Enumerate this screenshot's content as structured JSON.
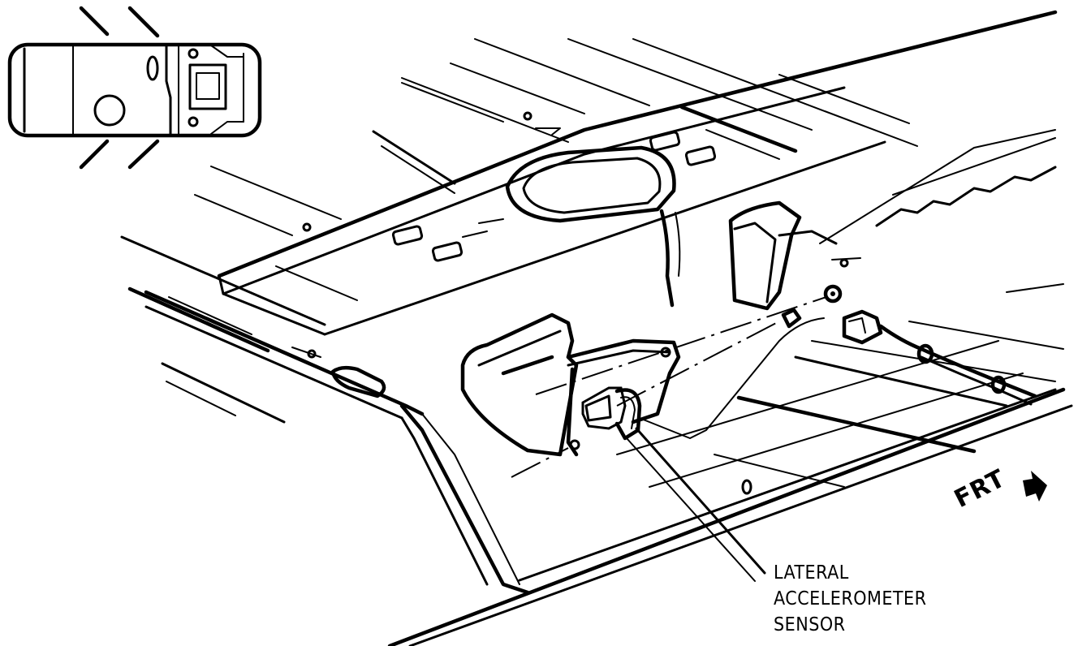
{
  "diagram": {
    "callout": {
      "lines": [
        "LATERAL",
        "ACCELEROMETER",
        "SENSOR"
      ]
    },
    "direction_label": "FRT"
  }
}
